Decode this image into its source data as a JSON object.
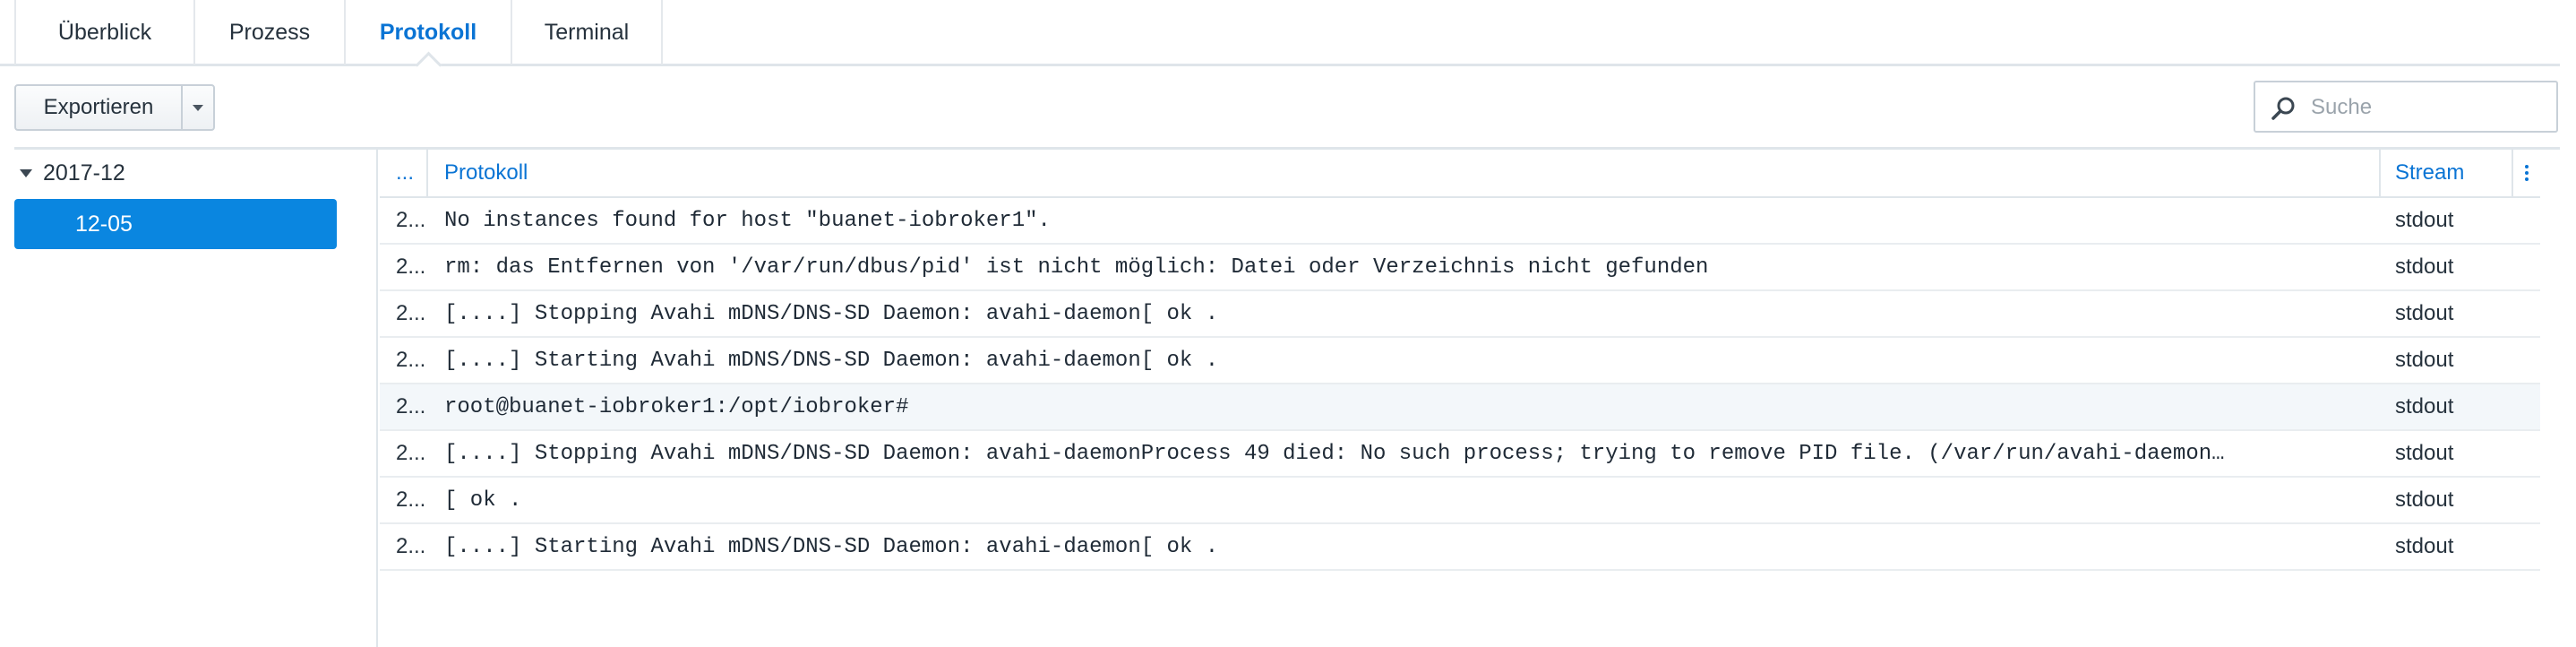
{
  "tabs": [
    {
      "label": "Überblick"
    },
    {
      "label": "Prozess"
    },
    {
      "label": "Protokoll"
    },
    {
      "label": "Terminal"
    }
  ],
  "toolbar": {
    "export_label": "Exportieren",
    "search_placeholder": "Suche"
  },
  "sidebar": {
    "year": "2017-12",
    "day": "12-05"
  },
  "table": {
    "columns": {
      "index": "...",
      "log": "Protokoll",
      "stream": "Stream"
    },
    "rows": [
      {
        "index": "2...",
        "log": "No instances found for host \"buanet-iobroker1\".",
        "stream": "stdout"
      },
      {
        "index": "2...",
        "log": "rm: das Entfernen von '/var/run/dbus/pid' ist nicht möglich: Datei oder Verzeichnis nicht gefunden",
        "stream": "stdout"
      },
      {
        "index": "2...",
        "log": "[....] Stopping Avahi mDNS/DNS-SD Daemon: avahi-daemon[ ok .",
        "stream": "stdout"
      },
      {
        "index": "2...",
        "log": "[....] Starting Avahi mDNS/DNS-SD Daemon: avahi-daemon[ ok .",
        "stream": "stdout"
      },
      {
        "index": "2...",
        "log": "root@buanet-iobroker1:/opt/iobroker#",
        "stream": "stdout"
      },
      {
        "index": "2...",
        "log": "[....] Stopping Avahi mDNS/DNS-SD Daemon: avahi-daemonProcess 49 died: No such process; trying to remove PID file. (/var/run/avahi-daemon…",
        "stream": "stdout"
      },
      {
        "index": "2...",
        "log": "[ ok .",
        "stream": "stdout"
      },
      {
        "index": "2...",
        "log": "[....] Starting Avahi mDNS/DNS-SD Daemon: avahi-daemon[ ok .",
        "stream": "stdout"
      }
    ]
  },
  "colors": {
    "accent": "#0a74d4",
    "selected": "#0a86e0"
  }
}
